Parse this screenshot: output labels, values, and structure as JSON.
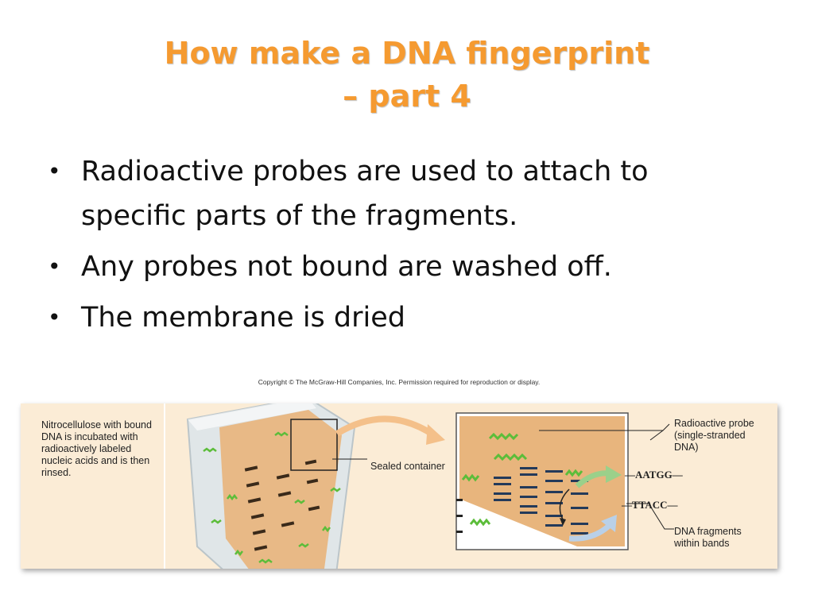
{
  "slide": {
    "title_line1": "How make a DNA fingerprint",
    "title_line2": "– part 4",
    "bullets": [
      "Radioactive probes are used to attach to specific parts of the fragments.",
      "Any probes not bound are washed off.",
      "The membrane is dried"
    ],
    "bullet_glyph": "•"
  },
  "figure": {
    "copyright": "Copyright © The McGraw-Hill Companies, Inc. Permission required for reproduction or display.",
    "caption": "Nitrocellulose with bound DNA is incubated with radioactively labeled nucleic acids and is then rinsed.",
    "sealed_container_label": "Sealed container",
    "probe_label": "Radioactive probe (single-stranded DNA)",
    "probe_sequence": "—AATGG—",
    "target_sequence": "—TTACC—",
    "fragments_label": "DNA fragments within bands"
  },
  "colors": {
    "title": "#f59a30",
    "panel_background": "#fbecd6",
    "membrane": "#e8b57d",
    "probe": "#5cbd3a",
    "band": "#243a5a",
    "arrow_orange": "#f4c08a",
    "arrow_green": "#9bd08a",
    "arrow_blue": "#b9d0e8"
  }
}
